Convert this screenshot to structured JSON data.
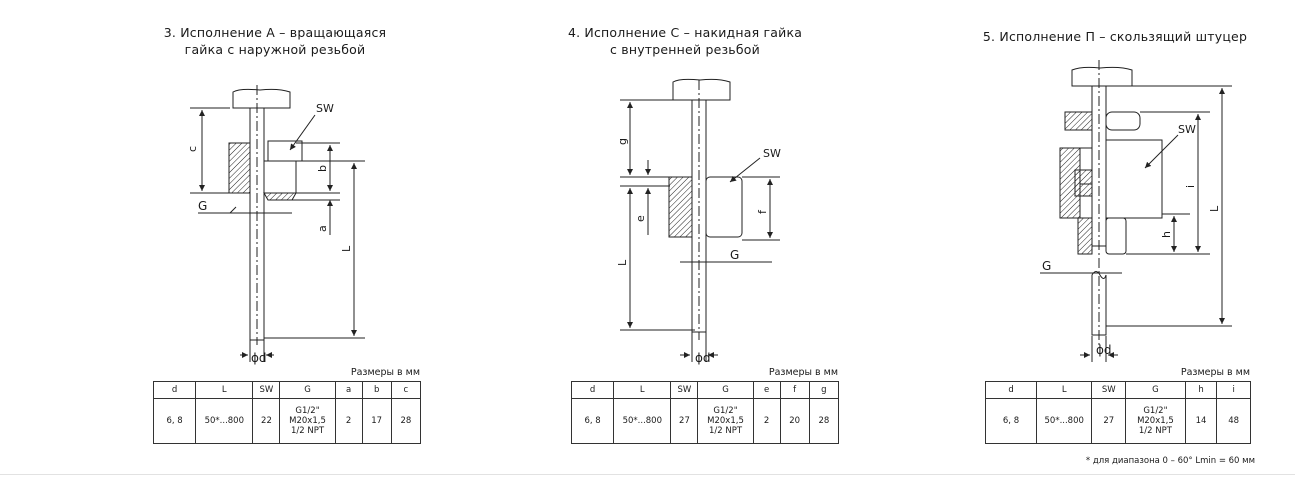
{
  "panels": [
    {
      "title_line1": "3. Исполнение А – вращающаяся",
      "title_line2": "гайка с наружной резьбой",
      "labels": {
        "sw": "SW",
        "c": "c",
        "b": "b",
        "g": "G",
        "a": "a",
        "l": "L",
        "d": "ϕd"
      },
      "units": "Размеры в мм",
      "table": {
        "headers": [
          "d",
          "L",
          "SW",
          "G",
          "a",
          "b",
          "c"
        ],
        "row": [
          "6, 8",
          "50*...800",
          "22",
          "G1/2\"|M20x1,5|1/2 NPT",
          "2",
          "17",
          "28"
        ]
      }
    },
    {
      "title_line1": "4. Исполнение С – накидная гайка",
      "title_line2": "с внутренней резьбой",
      "labels": {
        "sw": "SW",
        "g_dim": "g",
        "e": "e",
        "f": "f",
        "l": "L",
        "g": "G",
        "d": "ϕd"
      },
      "units": "Размеры в мм",
      "table": {
        "headers": [
          "d",
          "L",
          "SW",
          "G",
          "e",
          "f",
          "g"
        ],
        "row": [
          "6, 8",
          "50*...800",
          "27",
          "G1/2\"|M20x1,5|1/2 NPT",
          "2",
          "20",
          "28"
        ]
      }
    },
    {
      "title_line1": "5. Исполнение П – скользящий штуцер",
      "title_line2": "",
      "labels": {
        "sw": "SW",
        "i": "i",
        "l": "L",
        "h": "h",
        "g": "G",
        "d": "ϕd"
      },
      "units": "Размеры в мм",
      "table": {
        "headers": [
          "d",
          "L",
          "SW",
          "G",
          "h",
          "i"
        ],
        "row": [
          "6, 8",
          "50*...800",
          "27",
          "G1/2\"|M20x1,5|1/2 NPT",
          "14",
          "48"
        ]
      },
      "footnote": "* для диапазона 0 – 60° Lmin = 60 мм"
    }
  ]
}
